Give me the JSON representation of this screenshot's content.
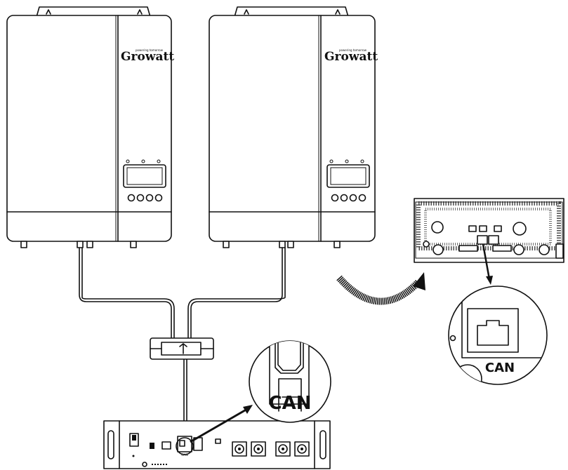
{
  "inverters": [
    {
      "brand": "Growatt",
      "tagline": "powering tomorrow"
    },
    {
      "brand": "Growatt",
      "tagline": "powering tomorrow"
    }
  ],
  "callouts": {
    "battery_port_label": "CAN",
    "inverter_port_label": "CAN"
  },
  "battery": {
    "port_small_label": "CAN"
  },
  "icons": {
    "arrow": "curved-arrow-icon",
    "pointer": "pointer-arrow-icon"
  }
}
